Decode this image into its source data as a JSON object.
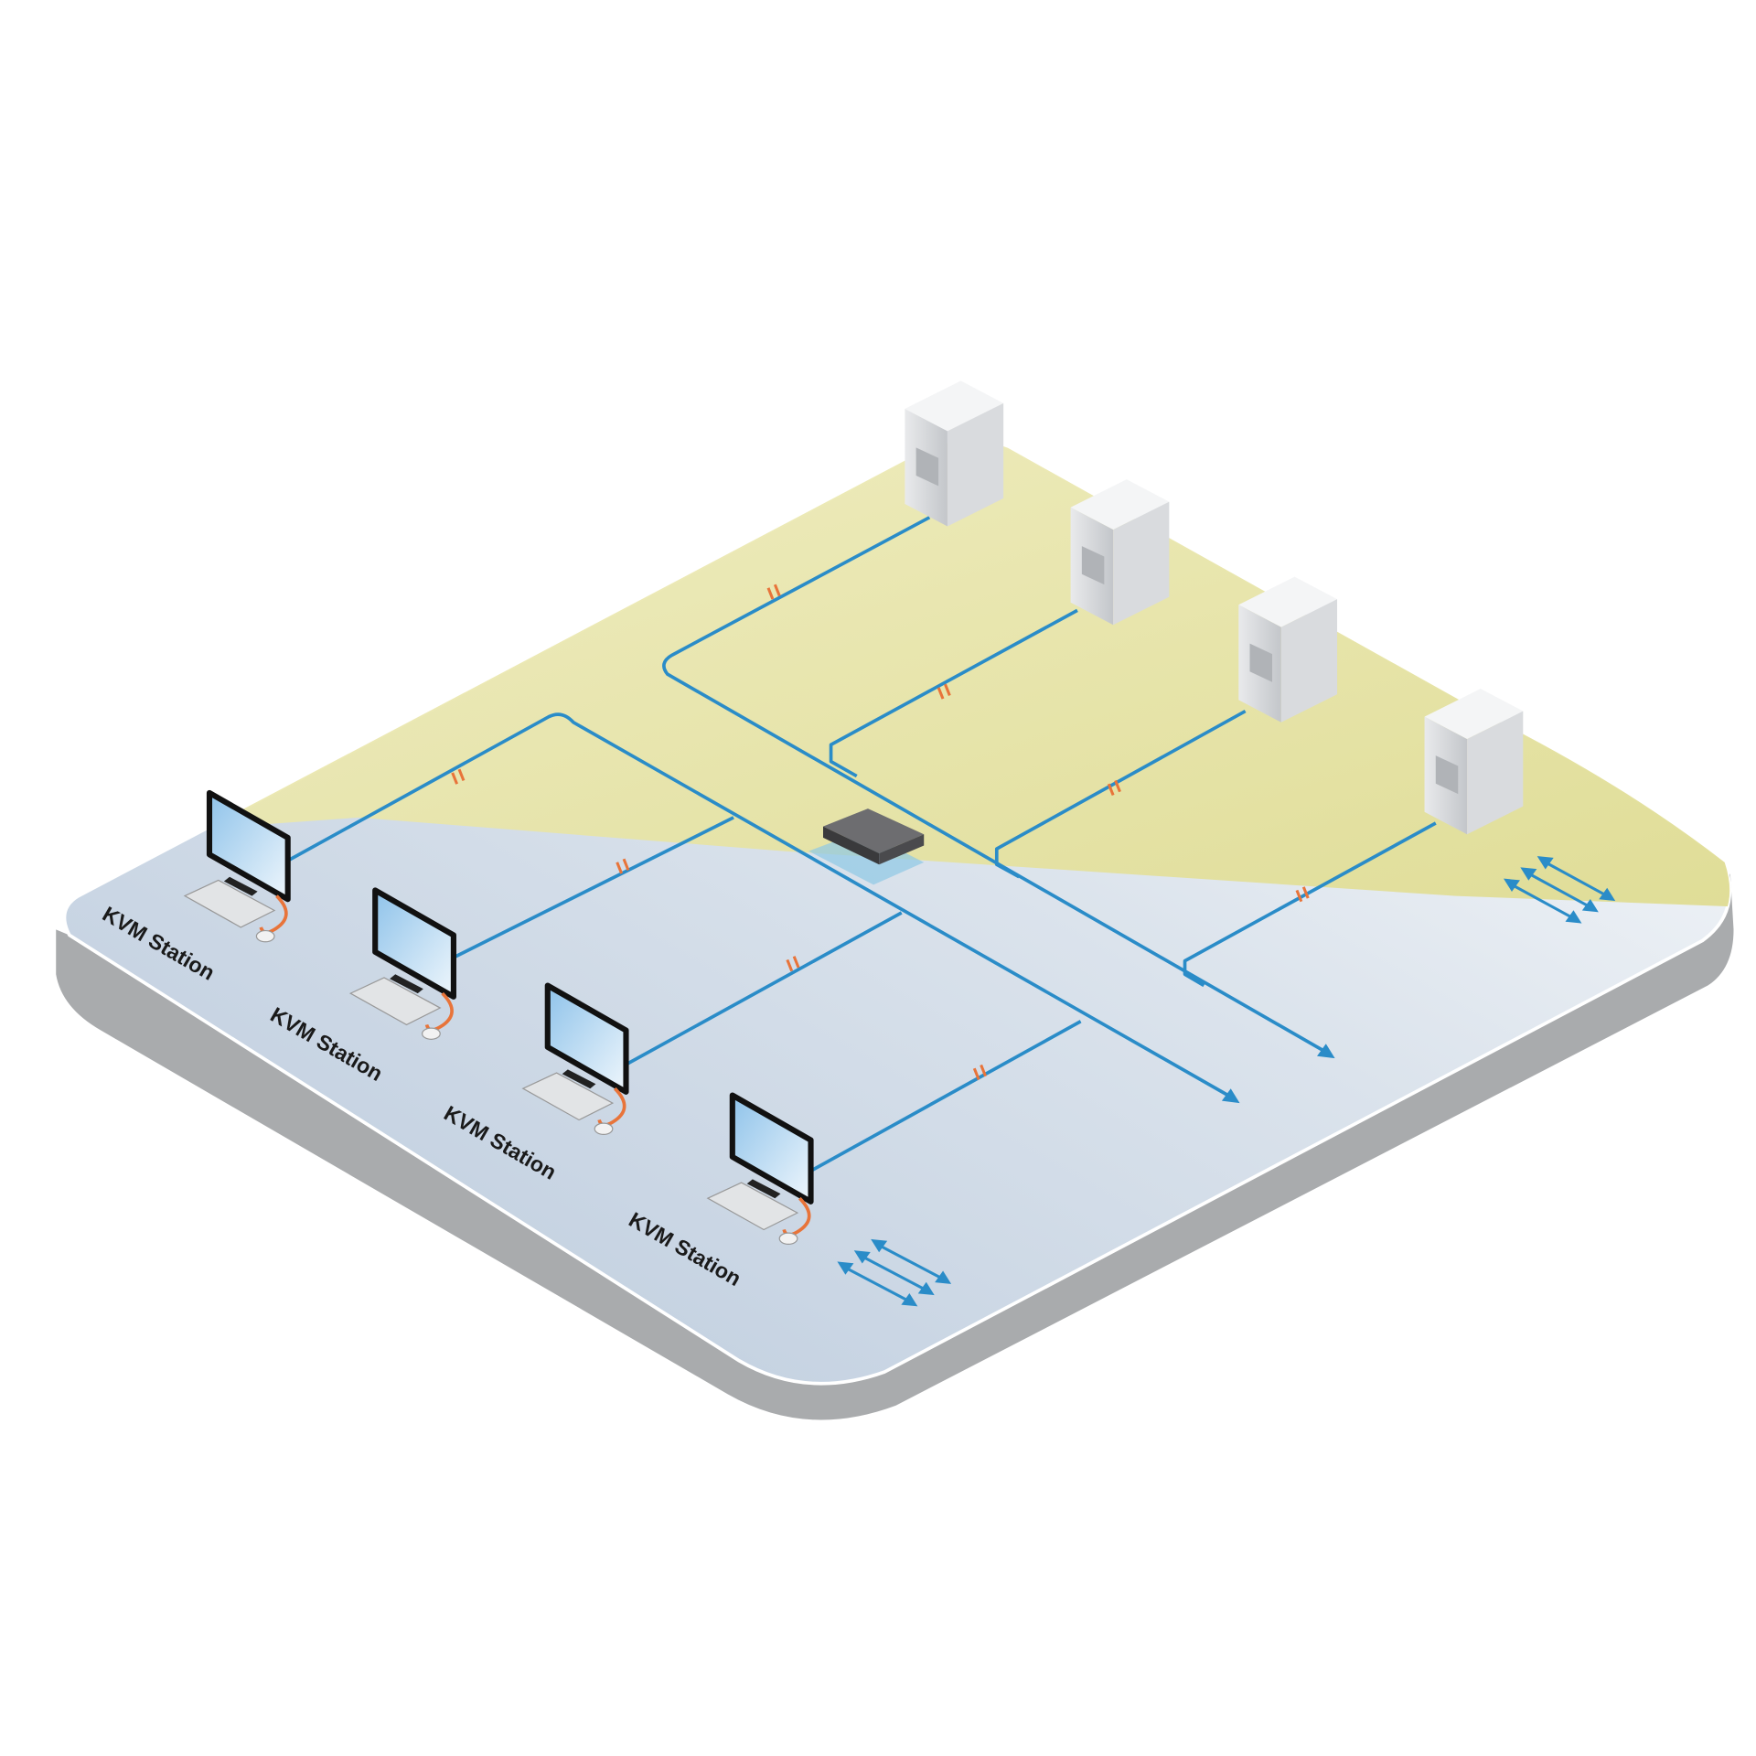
{
  "diagram": {
    "stations": [
      {
        "label": "KVM Station"
      },
      {
        "label": "KVM Station"
      },
      {
        "label": "KVM Station"
      },
      {
        "label": "KVM Station"
      }
    ],
    "servers": [
      {
        "icon": "server-tower-icon"
      },
      {
        "icon": "server-tower-icon"
      },
      {
        "icon": "server-tower-icon"
      },
      {
        "icon": "server-tower-icon"
      }
    ],
    "switch": {
      "icon": "kvm-switch-icon"
    },
    "colors": {
      "cable": "#2a8cc8",
      "cable_break": "#e8743a",
      "floor_back": "#e8e6a6",
      "floor_front": "#c7d5e4",
      "platform_side": "#a9a9a9"
    }
  }
}
